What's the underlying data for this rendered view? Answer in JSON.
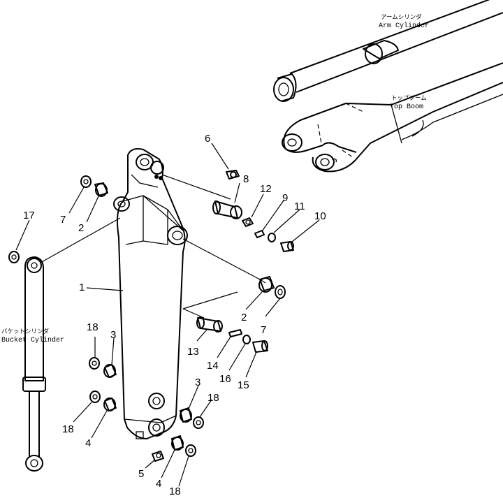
{
  "captions": {
    "arm_cylinder_jp": "アームシリンダ",
    "arm_cylinder_en": "Arm Cylinder",
    "top_boom_jp": "トップブーム",
    "top_boom_en": "Top Boom",
    "bucket_cylinder_jp": "バケットシリンダ",
    "bucket_cylinder_en": "Bucket Cylinder"
  },
  "callouts": {
    "n1": "1",
    "n2a": "2",
    "n2b": "2",
    "n3a": "3",
    "n3b": "3",
    "n4a": "4",
    "n4b": "4",
    "n5": "5",
    "n6": "6",
    "n7a": "7",
    "n7b": "7",
    "n8": "8",
    "n9": "9",
    "n10": "10",
    "n11": "11",
    "n12": "12",
    "n13": "13",
    "n14": "14",
    "n15": "15",
    "n16": "16",
    "n17": "17",
    "n18a": "18",
    "n18b": "18",
    "n18c": "18",
    "n18d": "18"
  }
}
